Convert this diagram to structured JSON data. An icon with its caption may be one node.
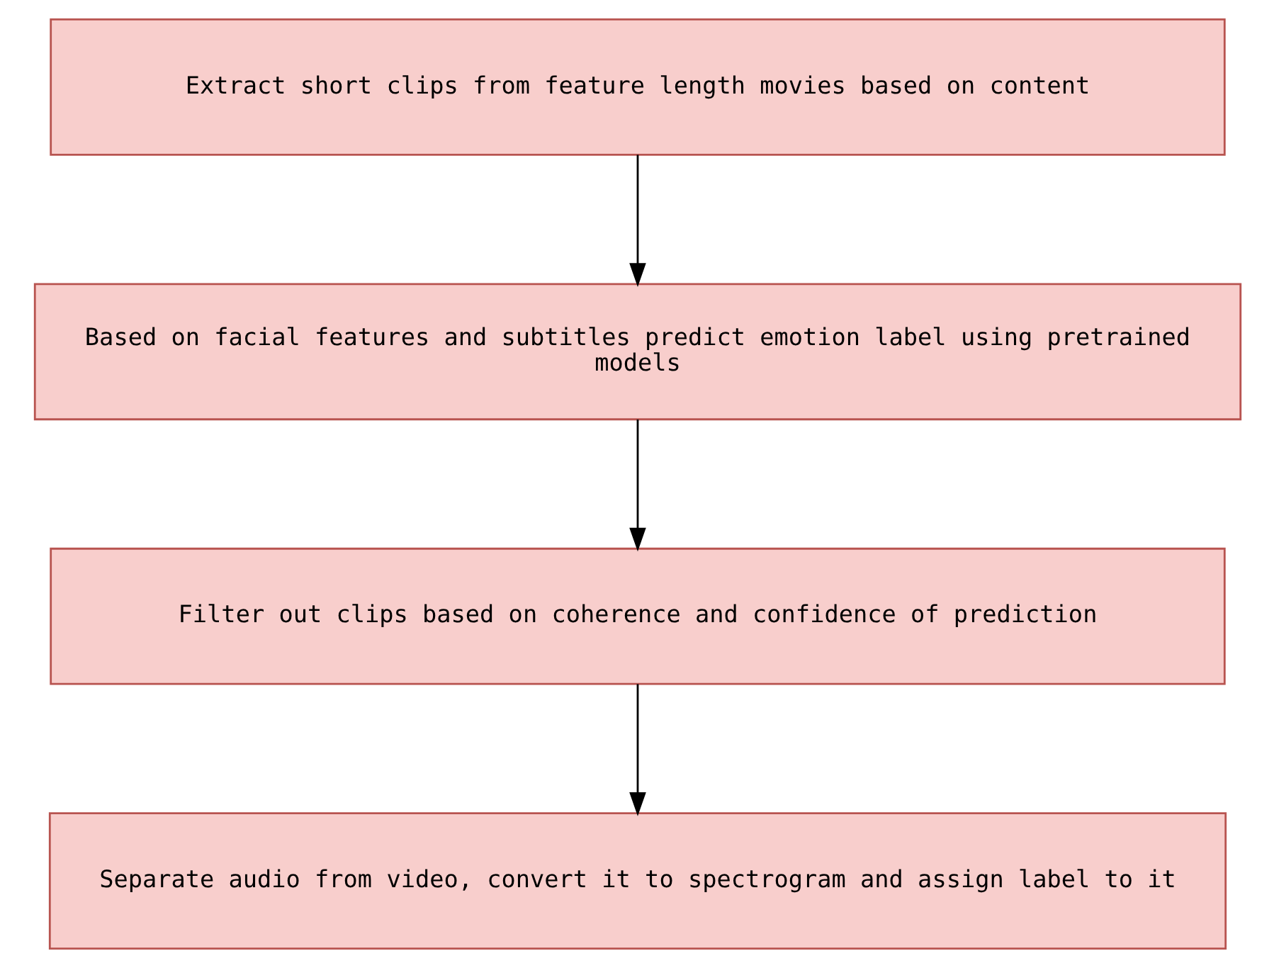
{
  "diagram": {
    "nodes": [
      {
        "text": [
          "Extract short clips from feature length movies based on content"
        ]
      },
      {
        "text": [
          "Based on facial features and subtitles predict emotion label using pretrained models"
        ]
      },
      {
        "text": [
          "Filter out clips based on coherence and confidence of prediction"
        ]
      },
      {
        "text": [
          "Separate audio from video, convert it to spectrogram and assign label to it"
        ]
      }
    ],
    "edges": [
      {
        "from": 0,
        "to": 1,
        "arrow": "to"
      },
      {
        "from": 1,
        "to": 2,
        "arrow": "to"
      },
      {
        "from": 2,
        "to": 3,
        "arrow": "to"
      }
    ]
  }
}
